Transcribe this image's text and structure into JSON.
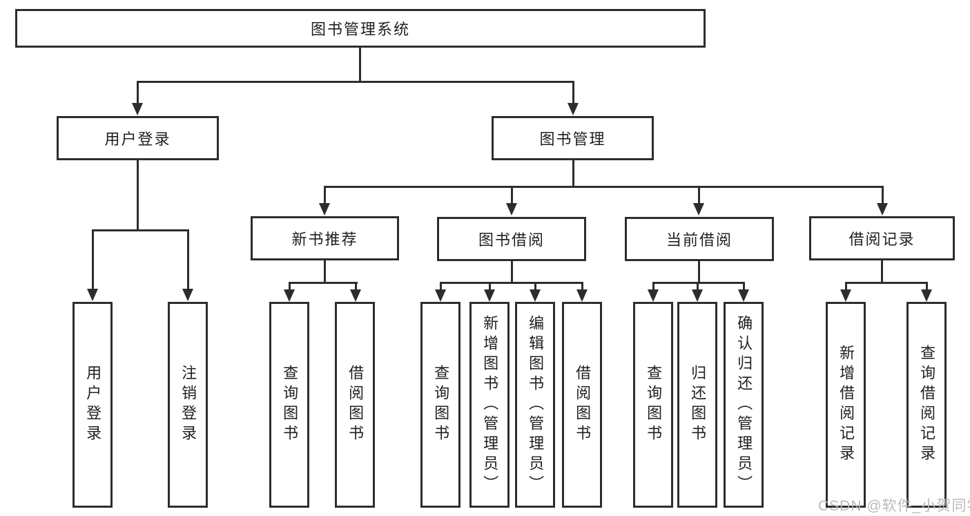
{
  "tree": {
    "label": "图书管理系统",
    "children": [
      {
        "label": "用户登录",
        "children": [
          {
            "label": "用户登录"
          },
          {
            "label": "注销登录"
          }
        ]
      },
      {
        "label": "图书管理",
        "children": [
          {
            "label": "新书推荐",
            "children": [
              {
                "label": "查询图书"
              },
              {
                "label": "借阅图书"
              }
            ]
          },
          {
            "label": "图书借阅",
            "children": [
              {
                "label": "查询图书"
              },
              {
                "label": "新增图书（管理员）"
              },
              {
                "label": "编辑图书（管理员）"
              },
              {
                "label": "借阅图书"
              }
            ]
          },
          {
            "label": "当前借阅",
            "children": [
              {
                "label": "查询图书"
              },
              {
                "label": "归还图书"
              },
              {
                "label": "确认归还（管理员）"
              }
            ]
          },
          {
            "label": "借阅记录",
            "children": [
              {
                "label": "新增借阅记录"
              },
              {
                "label": "查询借阅记录"
              }
            ]
          }
        ]
      }
    ]
  },
  "watermark": "CSDN @软件_小贺同学",
  "colors": {
    "line": "#2d2d2d",
    "text": "#1f1f1f",
    "box_background": "#ffffff",
    "watermark": "#b6b6b6",
    "page_background": "#ffffff"
  }
}
